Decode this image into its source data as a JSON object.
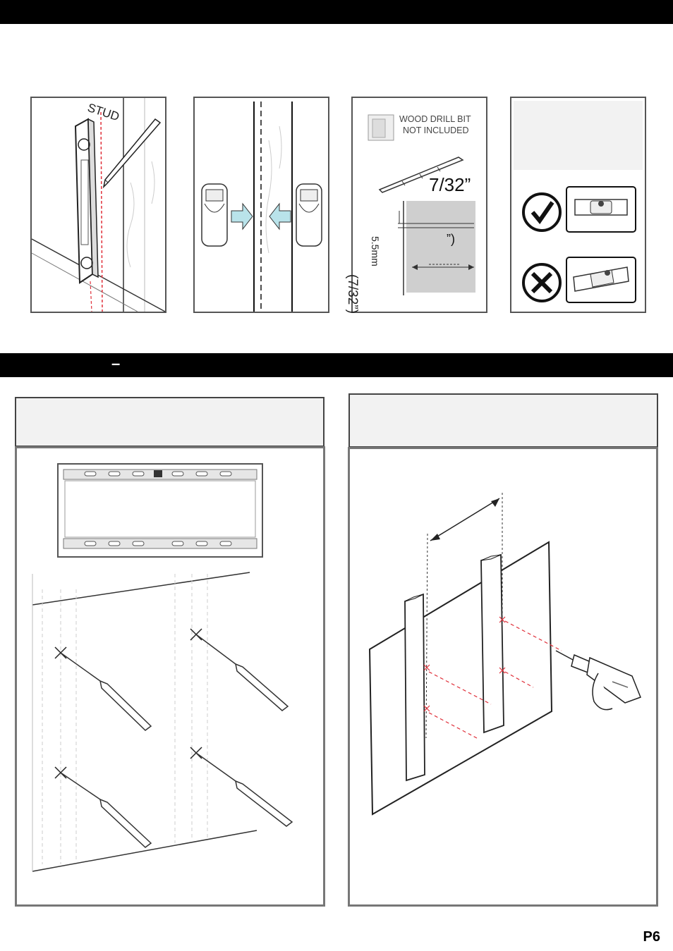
{
  "section_bar_1": {
    "text": ""
  },
  "section_bar_2": {
    "text": "–"
  },
  "panels_top": {
    "stud_label": "STUD",
    "drill_bit": {
      "line1": "WOOD DRILL BIT",
      "line2": "NOT INCLUDED",
      "size": "7/32”"
    },
    "depth": {
      "fraction": "(7/32”)",
      "metric": "5.5mm",
      "close_paren": "”)"
    }
  },
  "page": {
    "number": "P6"
  },
  "colors": {
    "stud_line": "#e0303a",
    "arrow_fill": "#b9e3ea",
    "gray_box": "#f2f2f2"
  }
}
